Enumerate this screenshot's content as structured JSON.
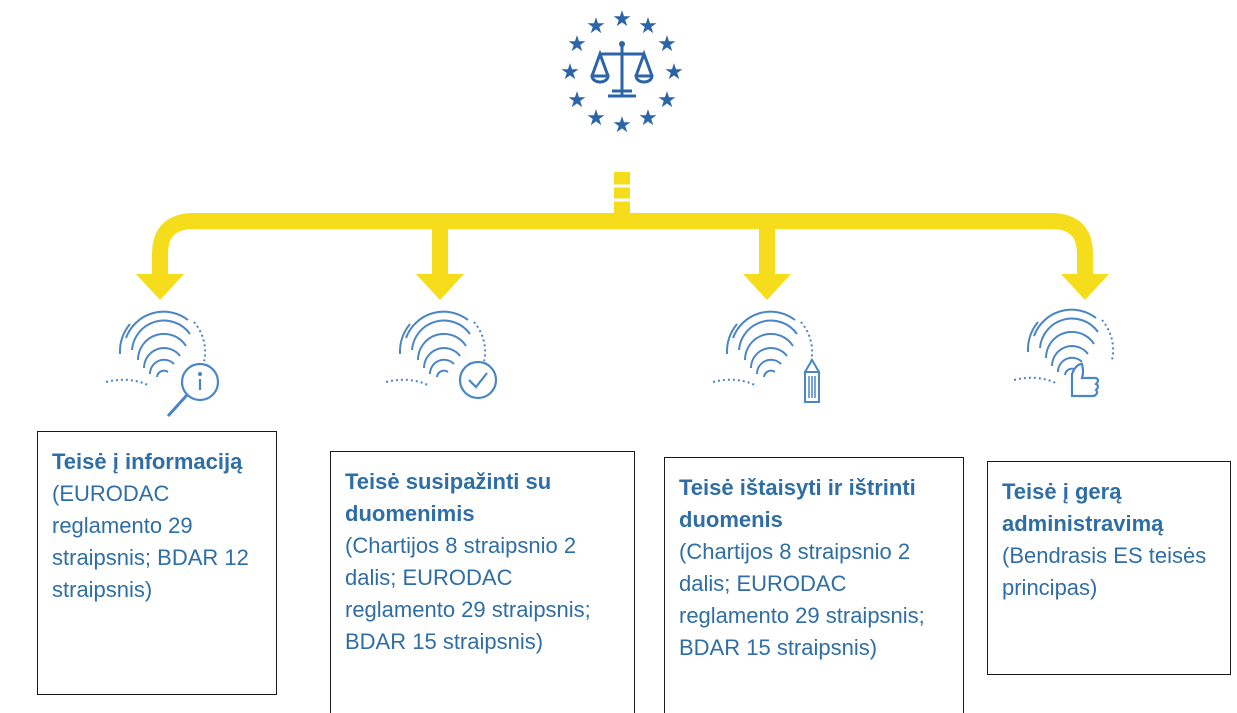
{
  "colors": {
    "connector": "#f6dd1c",
    "emblem": "#2b65a8",
    "icon": "#4a86c5",
    "text": "#2f6ea5",
    "border": "#1a1a1a"
  },
  "emblem": {
    "icon": "scales-of-justice-with-eu-stars-icon"
  },
  "rights": [
    {
      "icon": "fingerprint-info-magnifier-icon",
      "title": "Teisė į informaciją",
      "reference": "(EURODAC reglamento 29 straipsnis; BDAR 12 straipsnis)"
    },
    {
      "icon": "fingerprint-checkmark-icon",
      "title": "Teisė susipažinti su duomenimis",
      "reference": "(Chartijos 8 straipsnio 2 dalis; EURODAC reglamento 29 straipsnis; BDAR 15 straipsnis)"
    },
    {
      "icon": "fingerprint-pencil-icon",
      "title": "Teisė ištaisyti ir ištrinti duomenis",
      "reference": "(Chartijos 8 straipsnio 2 dalis; EURODAC reglamento 29 straipsnis; BDAR 15 straipsnis)"
    },
    {
      "icon": "fingerprint-thumbs-up-icon",
      "title": "Teisė į gerą administravimą",
      "reference": "(Bendrasis ES teisės principas)"
    }
  ]
}
